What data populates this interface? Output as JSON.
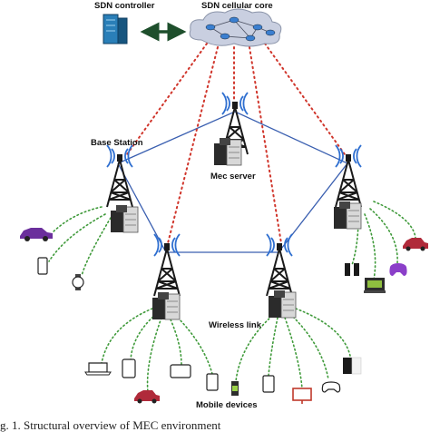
{
  "labels": {
    "sdn_controller": "SDN controller",
    "sdn_core": "SDN cellular core",
    "base_station": "Base Station",
    "mec_server": "Mec server",
    "wireless_link": "Wireless link",
    "mobile_devices": "Mobile devices"
  },
  "caption": "g. 1. Structural overview of MEC environment",
  "colors": {
    "backhaul_link": "#3a5fb0",
    "core_link": "#d0352b",
    "wireless_link": "#3f9a3a",
    "bidirectional_arrow": "#1e4f2c",
    "controller": "#2a7fb8",
    "cloud": "#c9cfe0",
    "tower": "#1a1a1a",
    "antenna_waves": "#2f6fd0",
    "car": "#6b2f9c",
    "car_red": "#b02a3a",
    "gamepad": "#8b3fc9",
    "monitor": "#c0392b"
  },
  "icons": {
    "controller": "server-rack-icon",
    "core": "network-cloud-icon",
    "tower": "cell-tower-icon",
    "server": "server-icon",
    "devices": [
      "car-icon",
      "smartphone-icon",
      "smartwatch-icon",
      "laptop-icon",
      "tablet-icon",
      "gamepad-icon",
      "monitor-icon",
      "wearable-band-icon"
    ]
  }
}
